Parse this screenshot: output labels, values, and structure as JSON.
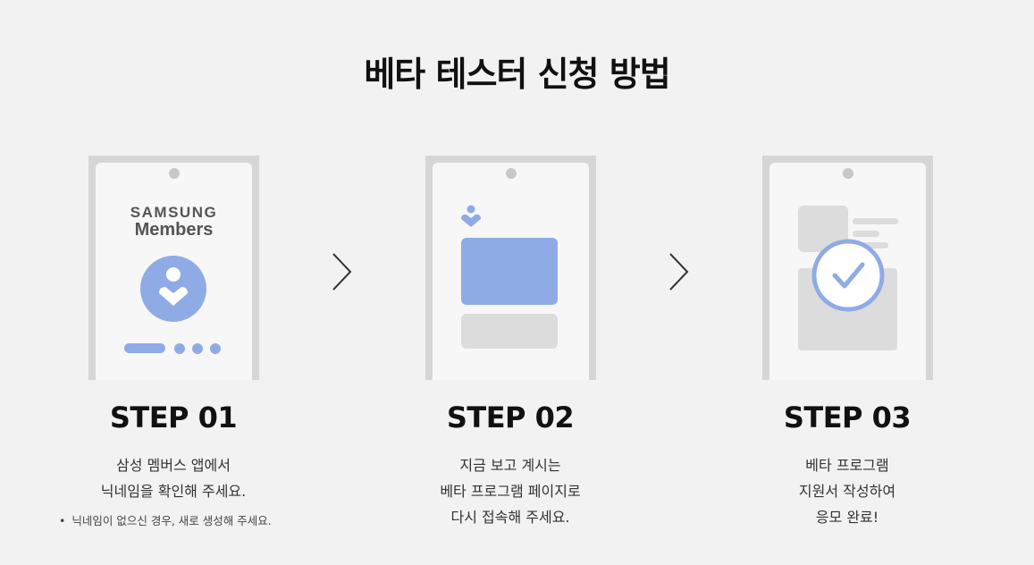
{
  "page": {
    "title": "베타 테스터 신청 방법"
  },
  "steps": [
    {
      "label": "STEP 01",
      "lines": [
        "삼성 멤버스 앱에서",
        "닉네임을 확인해 주세요."
      ],
      "note": "닉네임이 없으신 경우, 새로 생성해 주세요.",
      "illustration": {
        "brand_line1": "SAMSUNG",
        "brand_line2": "Members",
        "icon": "samsung-members-icon"
      }
    },
    {
      "label": "STEP 02",
      "lines": [
        "지금 보고 계시는",
        "베타 프로그램 페이지로",
        "다시 접속해 주세요."
      ],
      "illustration": {
        "icon": "beta-page-icon"
      }
    },
    {
      "label": "STEP 03",
      "lines": [
        "베타 프로그램",
        "지원서 작성하여",
        "응모 완료!"
      ],
      "illustration": {
        "icon": "check-circle-icon"
      }
    }
  ],
  "colors": {
    "accent": "#8fabe6",
    "background": "#f2f2f2",
    "phone_frame": "#d6d6d6",
    "placeholder": "#dcdcdc"
  }
}
